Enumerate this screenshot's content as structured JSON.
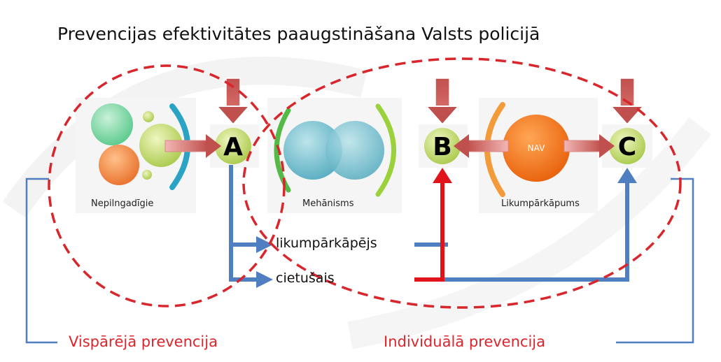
{
  "title": "Prevencijas efektivitātes paaugstināšana Valsts policijā",
  "cards": {
    "minors": "Nepilngadīgie",
    "mechanism": "Mehānisms",
    "offense": "Likumpārkāpums"
  },
  "nodes": {
    "a": "A",
    "b": "B",
    "c": "C"
  },
  "nav_label": "NAV",
  "flow": {
    "offender": "likumpārkāpējs",
    "victim": "cietušais"
  },
  "prevention": {
    "general": "Vispārējā prevencija",
    "individual": "Individuālā prevencija"
  },
  "colors": {
    "dash_red": "#d8262c",
    "flow_blue": "#4f7fc0",
    "flow_red": "#e0141a",
    "arrow_red": "#c0504d",
    "node_green": "#c7dd6a",
    "nav_orange": "#f07a1a",
    "bracket_teal": "#2aa3c5",
    "bracket_green": "#55b948",
    "bracket_orange": "#f39a3a"
  }
}
